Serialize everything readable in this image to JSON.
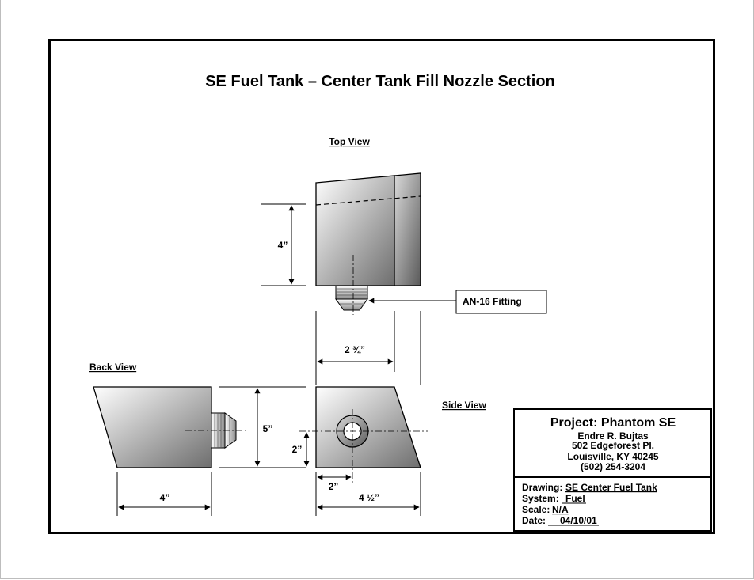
{
  "title": "SE Fuel Tank – Center Tank Fill Nozzle Section",
  "views": {
    "top": "Top View",
    "back": "Back View",
    "side": "Side View"
  },
  "callout": "AN-16 Fitting",
  "dimensions": {
    "top_height": "4”",
    "top_width": "2 ¾”",
    "back_width": "4”",
    "front_height": "5”",
    "hole_height": "2”",
    "hole_offset": "2”",
    "front_width": "4 ½”"
  },
  "title_block": {
    "project": "Project: Phantom SE",
    "name": "Endre R. Bujtas",
    "street": "502 Edgeforest Pl.",
    "city": "Louisville, KY 40245",
    "phone": "(502) 254-3204",
    "drawing_label": "Drawing:",
    "drawing_value": "SE Center Fuel Tank",
    "system_label": "System:",
    "system_value": "Fuel",
    "scale_label": "Scale:",
    "scale_value": "N/A",
    "date_label": "Date:",
    "date_value": "04/10/01"
  }
}
